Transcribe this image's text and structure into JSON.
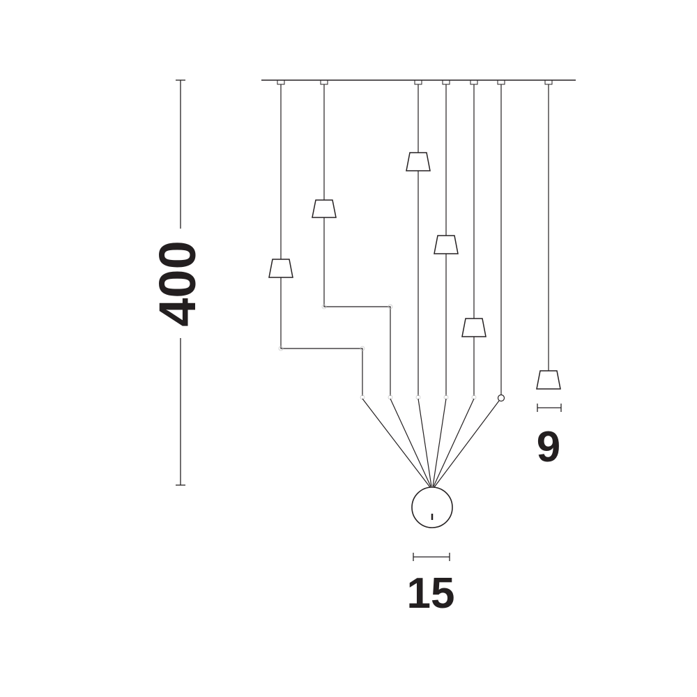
{
  "dimensions": {
    "height": "400",
    "shade_width": "9",
    "ball_diameter": "15"
  },
  "colors": {
    "line": "#231f20",
    "background": "#ffffff"
  }
}
